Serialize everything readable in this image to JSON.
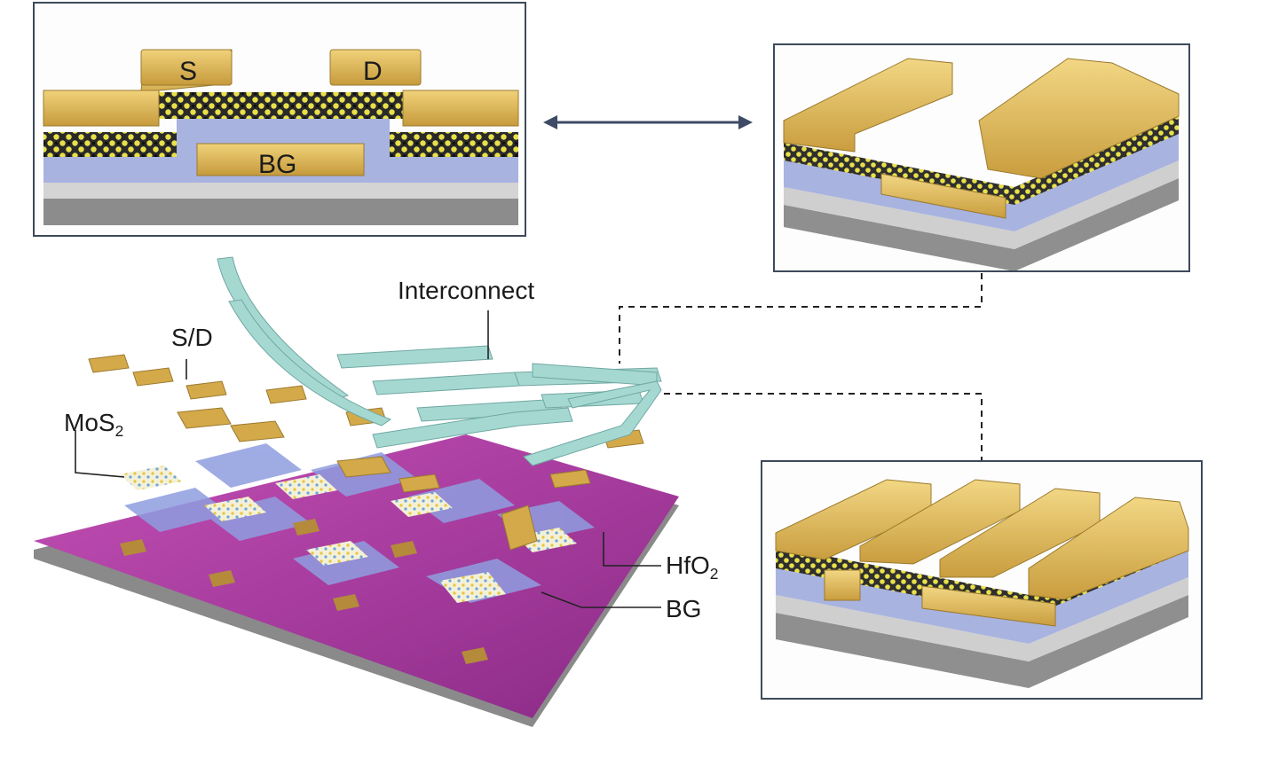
{
  "labels": {
    "source": "S",
    "drain": "D",
    "back_gate": "BG",
    "interconnect": "Interconnect",
    "sd": "S/D",
    "mos2_base": "MoS",
    "mos2_sub": "2",
    "hfo2_base": "HfO",
    "hfo2_sub": "2",
    "bg_callout": "BG"
  },
  "colors": {
    "gold": "#d9b452",
    "gold_dark": "#a88434",
    "oxide": "#a8b3e0",
    "substrate_gray": "#9a9a9a",
    "wafer": "#b23ea6",
    "interconnect": "#a6d8d2",
    "frame": "#3e4a5a"
  }
}
